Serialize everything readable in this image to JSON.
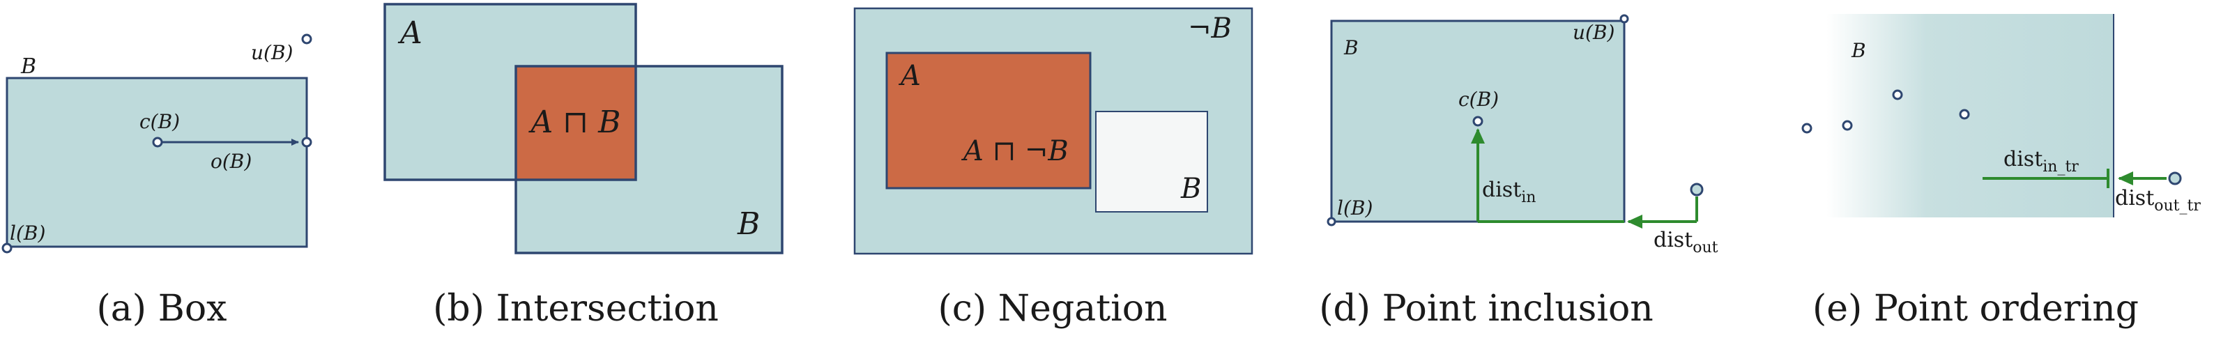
{
  "panels": {
    "a": {
      "caption": "(a) Box",
      "label_B": "B",
      "label_u": "u(B)",
      "label_c": "c(B)",
      "label_o": "o(B)",
      "label_l": "l(B)"
    },
    "b": {
      "caption": "(b) Intersection",
      "label_A": "A",
      "label_AB": "A ⊓ B",
      "label_B": "B"
    },
    "c": {
      "caption": "(c) Negation",
      "label_notB": "¬B",
      "label_A": "A",
      "label_AnotB": "A ⊓ ¬B",
      "label_B": "B"
    },
    "d": {
      "caption": "(d) Point inclusion",
      "label_B": "B",
      "label_u": "u(B)",
      "label_c": "c(B)",
      "label_l": "l(B)",
      "dist_in": "dist",
      "dist_in_sub": "in",
      "dist_out": "dist",
      "dist_out_sub": "out"
    },
    "e": {
      "caption": "(e) Point ordering",
      "label_B": "B",
      "dist_in_tr": "dist",
      "dist_in_tr_sub": "in_tr",
      "dist_out_tr": "dist",
      "dist_out_tr_sub": "out_tr"
    }
  },
  "colors": {
    "box_fill": "#bedadb",
    "box_stroke": "#2e4670",
    "intersection_fill": "#cc6a45",
    "arrow_green": "#2e8b2e",
    "white_box": "#f5f7f7"
  }
}
